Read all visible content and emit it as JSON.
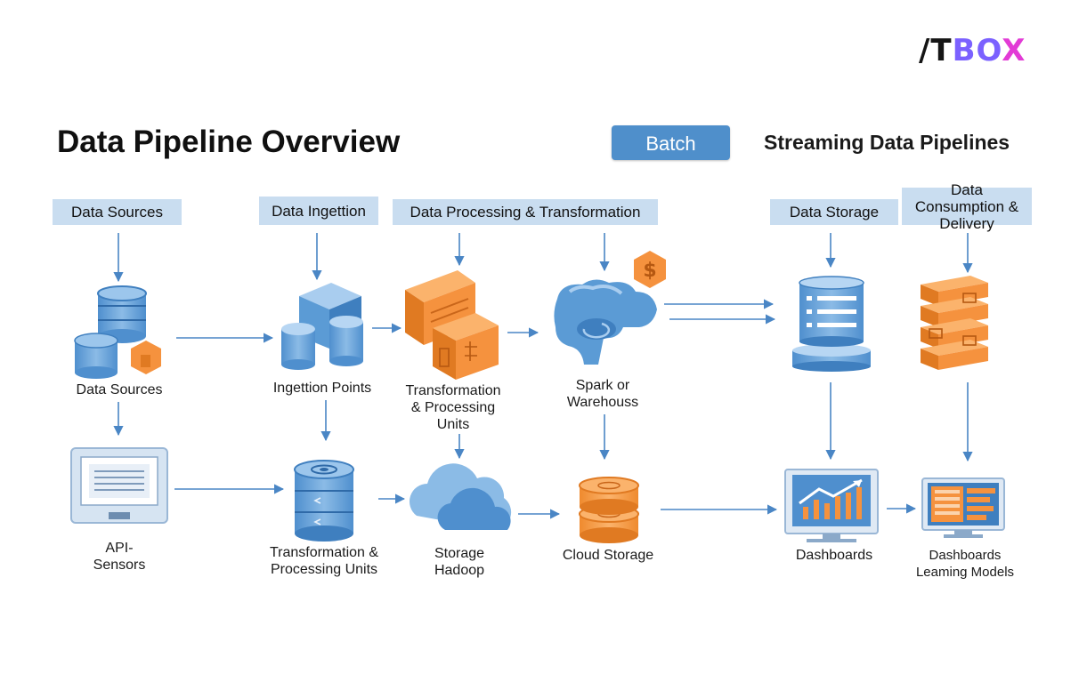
{
  "logo": {
    "part1": "/T",
    "part2": "BO",
    "part3": "X"
  },
  "title": "Data Pipeline Overview",
  "batch_button": "Batch",
  "streaming_label": "Streaming Data Pipelines",
  "stage_headers": {
    "sources": "Data Sources",
    "ingestion": "Data Ingettion",
    "processing": "Data Processing & Transformation",
    "storage": "Data Storage",
    "consumption": "Data Consumption & Delivery"
  },
  "nodes": {
    "data_sources": "Data Sources",
    "api_sensors": "API-\nSensors",
    "ingestion_points": "Ingettion Points",
    "transformation_units_bottom": "Transformation &\nProcessing Units",
    "transformation_units_top": "Transformation\n& Processing\nUnits",
    "storage_hadoop": "Storage\nHadoop",
    "spark_warehouse": "Spark or\nWarehouss",
    "cloud_storage": "Cloud Storage",
    "dashboards": "Dashboards",
    "dashboards_learning": "Dashboards\nLeaming Models"
  },
  "icons": {
    "currency_badge": "$",
    "colors": {
      "blue": "#5b9bd5",
      "blue_dark": "#3f7fbf",
      "orange": "#f5923e",
      "orange_dark": "#e07a22"
    }
  }
}
